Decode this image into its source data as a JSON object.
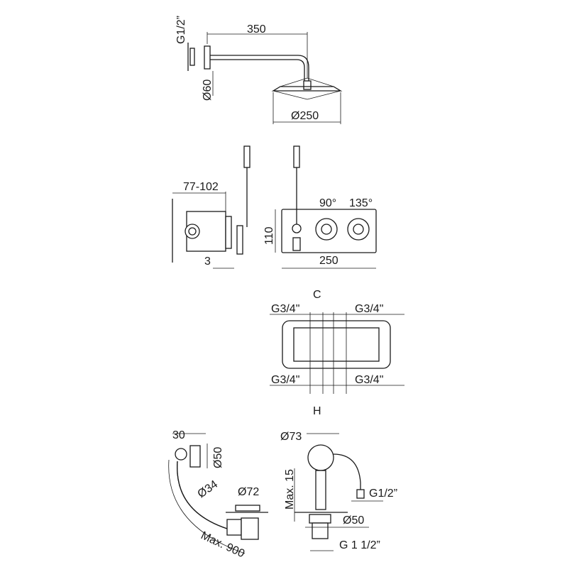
{
  "shower_head_view": {
    "arm_length": "350",
    "connection": "G1/2”",
    "flange_diameter": "Ø60",
    "head_diameter": "Ø250"
  },
  "valve_side_view": {
    "depth_range": "77-102",
    "offset": "3"
  },
  "valve_front_view": {
    "height": "110",
    "width": "250",
    "left_rotation": "90°",
    "right_rotation": "135°"
  },
  "connection_view": {
    "top_label": "C",
    "bottom_label": "H",
    "top_left": "G3/4\"",
    "top_right": "G3/4\"",
    "bottom_left": "G3/4\"",
    "bottom_right": "G3/4\""
  },
  "bath_waste_view": {
    "overflow_depth": "30",
    "overflow_diameter": "Ø50",
    "hose_diameter": "Ø34",
    "plug_diameter": "Ø72",
    "hose_length": "Max. 900"
  },
  "bath_filler_view": {
    "body_diameter": "Ø73",
    "max_thickness": "Max. 15",
    "inlet": "G1/2”",
    "base_diameter": "Ø50",
    "outlet": "G 1 1/2”"
  }
}
